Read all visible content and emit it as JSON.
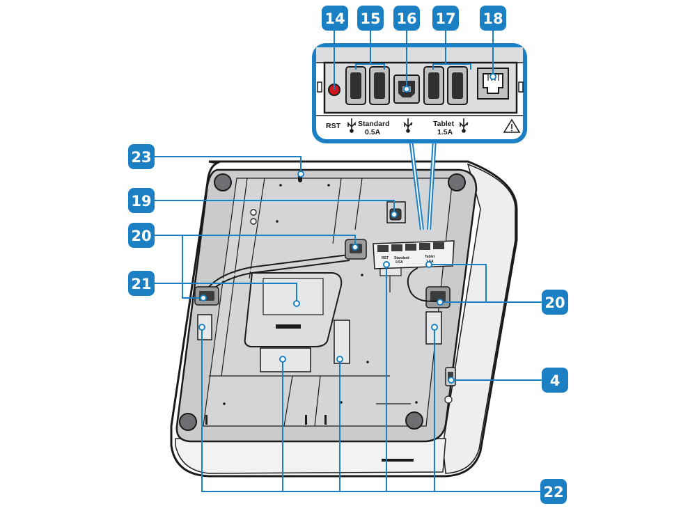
{
  "callouts": {
    "c14": "14",
    "c15": "15",
    "c16": "16",
    "c17": "17",
    "c18": "18",
    "c19": "19",
    "c20a": "20",
    "c20b": "20",
    "c21": "21",
    "c22": "22",
    "c23": "23",
    "c4": "4"
  },
  "port_panel": {
    "rst": "RST",
    "standard": "Standard",
    "standard_rating": "0.5A",
    "tablet": "Tablet",
    "tablet_rating": "1.5A",
    "usb_icon": "usb-icon",
    "warning_icon": "warning-icon"
  },
  "colors": {
    "callout_fill": "#1b7fc4",
    "leader_line": "#1b7fc4",
    "outline": "#1a1a1a",
    "body_gray": "#c9cbcd",
    "panel_gray": "#dcdddf",
    "reset_red": "#d0181f"
  }
}
